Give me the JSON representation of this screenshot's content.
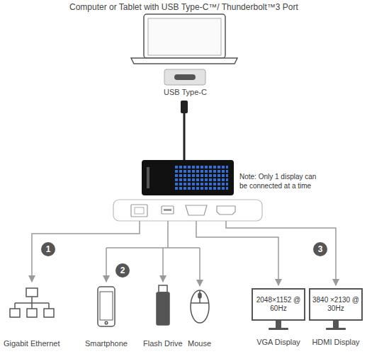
{
  "diagram": {
    "title": "Computer or Tablet with USB Type-C™/ Thunderbolt™3 Port",
    "nodes": [
      {
        "text": [
          "2048×1152 @ 60Hz",
          "VGA Display"
        ]
      },
      {
        "text": [
          "3840 ×2130 @ 30Hz",
          "HDMI Display"
        ]
      }
    ],
    "labels": [
      "USB Type-C",
      "Note: Only 1 display can be connected at a time",
      "1",
      "2",
      "3",
      "Gigabit Ethernet",
      "Smartphone",
      "Flash Drive",
      "Mouse"
    ]
  }
}
